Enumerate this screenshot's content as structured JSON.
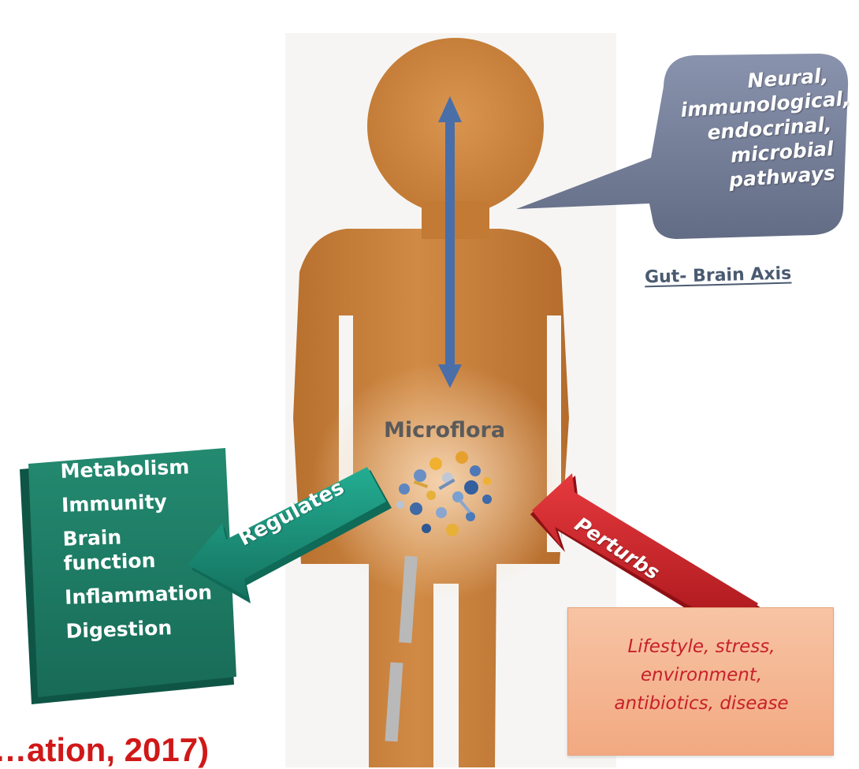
{
  "bubble": {
    "lines": [
      "Neural,",
      "immunological,",
      "endocrinal,",
      "microbial",
      "pathways"
    ]
  },
  "axis_title": "Gut- Brain Axis",
  "microflora_label": "Microflora",
  "regulates_label": "Regulates",
  "perturbs_label": "Perturbs",
  "functions": [
    "Metabolism",
    "Immunity",
    "Brain function",
    "Inflammation",
    "Digestion"
  ],
  "causes": {
    "lines": [
      "Lifestyle, stress,",
      "environment,",
      "antibiotics, disease"
    ]
  },
  "citation": "…ation, 2017)",
  "colors": {
    "body": "#c9803c",
    "axis_arrow": "#4a6ea8",
    "bubble": "#77809a",
    "function_box": "#1f7a64",
    "regulates_arrow": "#1e9a82",
    "perturbs_arrow": "#d4242a",
    "causes_box": "#f4b590",
    "citation": "#d01818"
  }
}
